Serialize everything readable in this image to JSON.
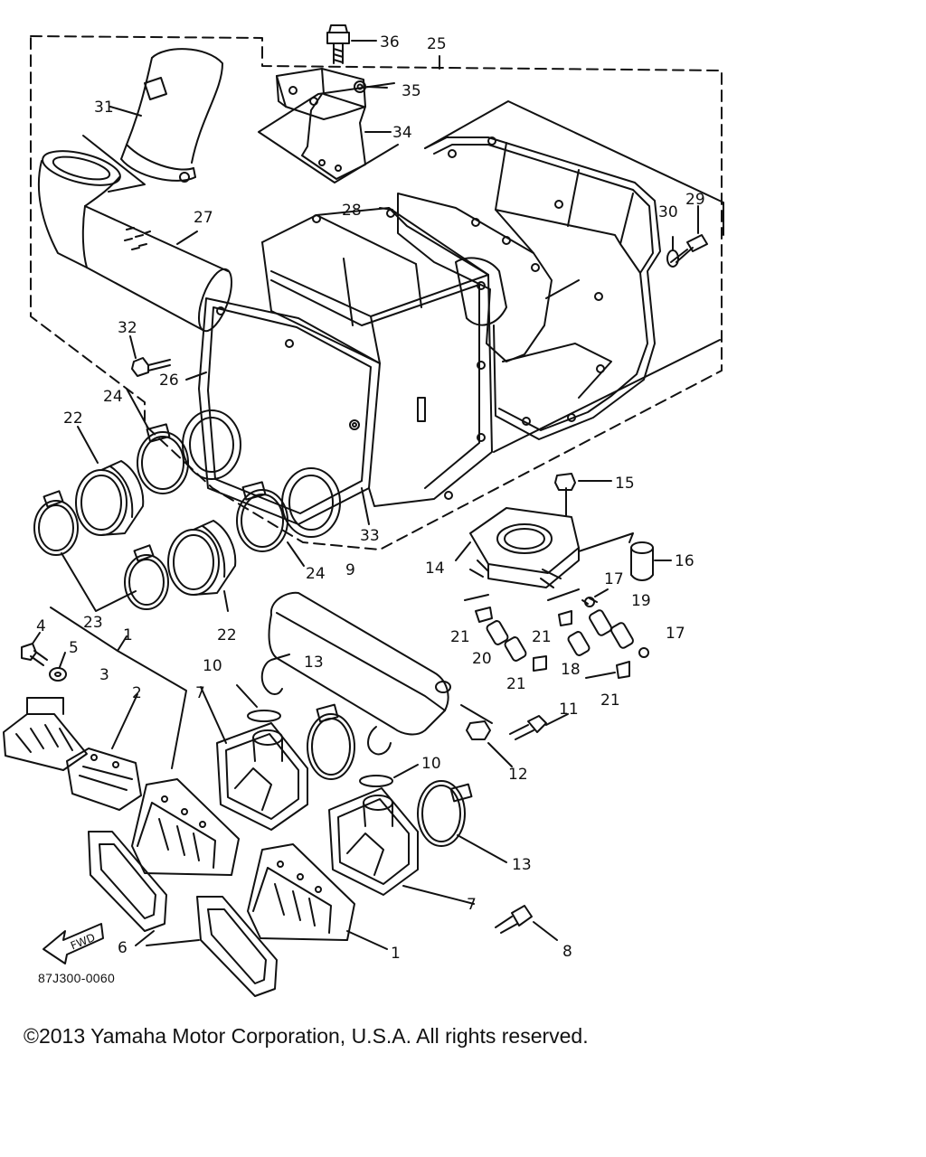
{
  "diagram": {
    "drawing_code": "87J300-0060",
    "fwd_label": "FWD",
    "copyright": "©2013 Yamaha Motor Corporation, U.S.A. All rights reserved.",
    "callouts": [
      "1",
      "1",
      "2",
      "3",
      "4",
      "5",
      "6",
      "7",
      "7",
      "8",
      "9",
      "10",
      "10",
      "11",
      "12",
      "13",
      "13",
      "14",
      "15",
      "16",
      "17",
      "17",
      "18",
      "19",
      "20",
      "21",
      "21",
      "21",
      "21",
      "21",
      "22",
      "22",
      "23",
      "24",
      "24",
      "25",
      "26",
      "27",
      "28",
      "29",
      "30",
      "31",
      "32",
      "33",
      "34",
      "35",
      "36"
    ]
  }
}
